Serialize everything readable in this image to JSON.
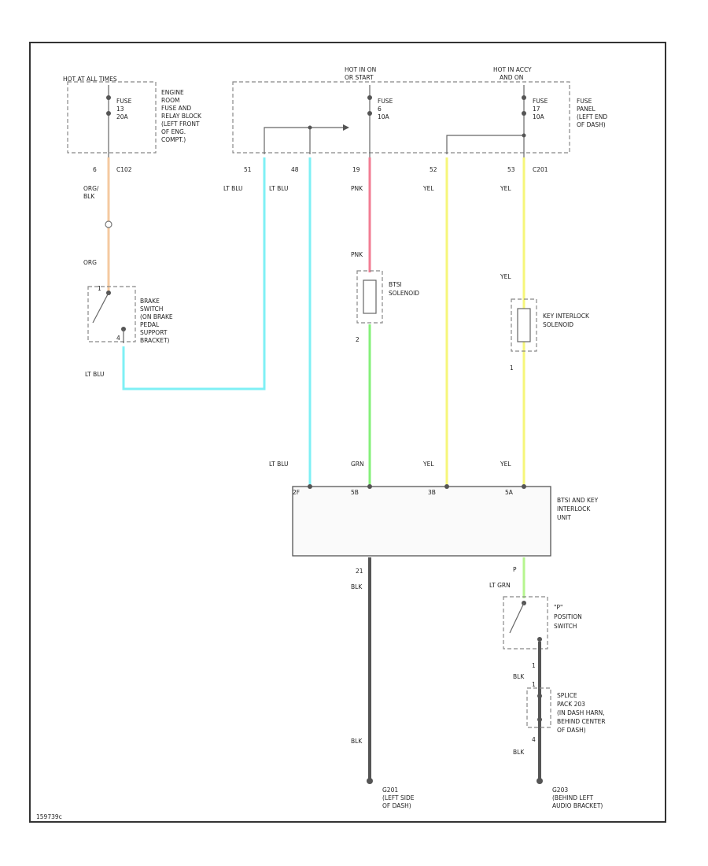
{
  "colors": {
    "orange": "#f5c9a0",
    "light_blue": "#7ff0f5",
    "pink": "#f27c93",
    "yellow": "#f6f67a",
    "green": "#85f07a",
    "light_green": "#b6f58f",
    "black": "#555555"
  },
  "power": {
    "hot_at_all_times": "HOT AT ALL TIMES",
    "hot_in_on": "HOT IN ON",
    "hot_in_on_2": "OR START",
    "hot_in_acc": "HOT IN ACCY",
    "hot_in_acc_2": "AND ON"
  },
  "fuses": {
    "f1": {
      "l1": "FUSE",
      "l2": "13",
      "l3": "20A"
    },
    "f2": {
      "l1": "FUSE",
      "l2": "6",
      "l3": "10A"
    },
    "f3": {
      "l1": "FUSE",
      "l2": "17",
      "l3": "10A"
    }
  },
  "engine_block": [
    "ENGINE",
    "ROOM",
    "FUSE AND",
    "RELAY BLOCK",
    "(LEFT FRONT",
    "OF ENG.",
    "COMPT.)"
  ],
  "fuse_panel": [
    "FUSE",
    "PANEL",
    "(LEFT END",
    "OF DASH)"
  ],
  "connectors": {
    "c102": "C102",
    "c201": "C201",
    "c102_pin": "6",
    "pin_51": "51",
    "pin_48": "48",
    "pin_19": "19",
    "pin_52": "52",
    "pin_53": "53"
  },
  "wires": {
    "orgblk_1": "ORG/",
    "orgblk_2": "BLK",
    "org": "ORG",
    "ltblu": "LT BLU",
    "pnk": "PNK",
    "yel": "YEL",
    "grn": "GRN",
    "blk": "BLK",
    "ltgrn": "LT GRN"
  },
  "brake_switch": [
    "BRAKE",
    "SWITCH",
    "(ON BRAKE",
    "PEDAL",
    "SUPPORT",
    "BRACKET)"
  ],
  "brake_pins": {
    "top": "1",
    "bottom": "4"
  },
  "btsi": {
    "l1": "BTSI",
    "l2": "SOLENOID",
    "pin": "2"
  },
  "key_interlock": {
    "l1": "KEY INTERLOCK",
    "l2": "SOLENOID",
    "pin": "1"
  },
  "unit": {
    "l1": "BTSI AND KEY",
    "l2": "INTERLOCK",
    "l3": "UNIT",
    "pin_a": "2F",
    "pin_b": "5B",
    "pin_c": "3B",
    "pin_d": "5A",
    "pin_gnd": "21",
    "pin_p": "P"
  },
  "p_switch": {
    "l1": "\"P\"",
    "l2": "POSITION",
    "l3": "SWITCH",
    "pin": "1"
  },
  "splice": [
    "SPLICE",
    "PACK 203",
    "(IN DASH HARN,",
    "BEHIND CENTER",
    "OF DASH)"
  ],
  "splice_pins": {
    "top": "1",
    "bottom": "4"
  },
  "grounds": {
    "g201": [
      "G201",
      "(LEFT SIDE",
      "OF DASH)"
    ],
    "g203": [
      "G203",
      "(BEHIND LEFT",
      "AUDIO BRACKET)"
    ]
  },
  "figure_code": "159739c"
}
